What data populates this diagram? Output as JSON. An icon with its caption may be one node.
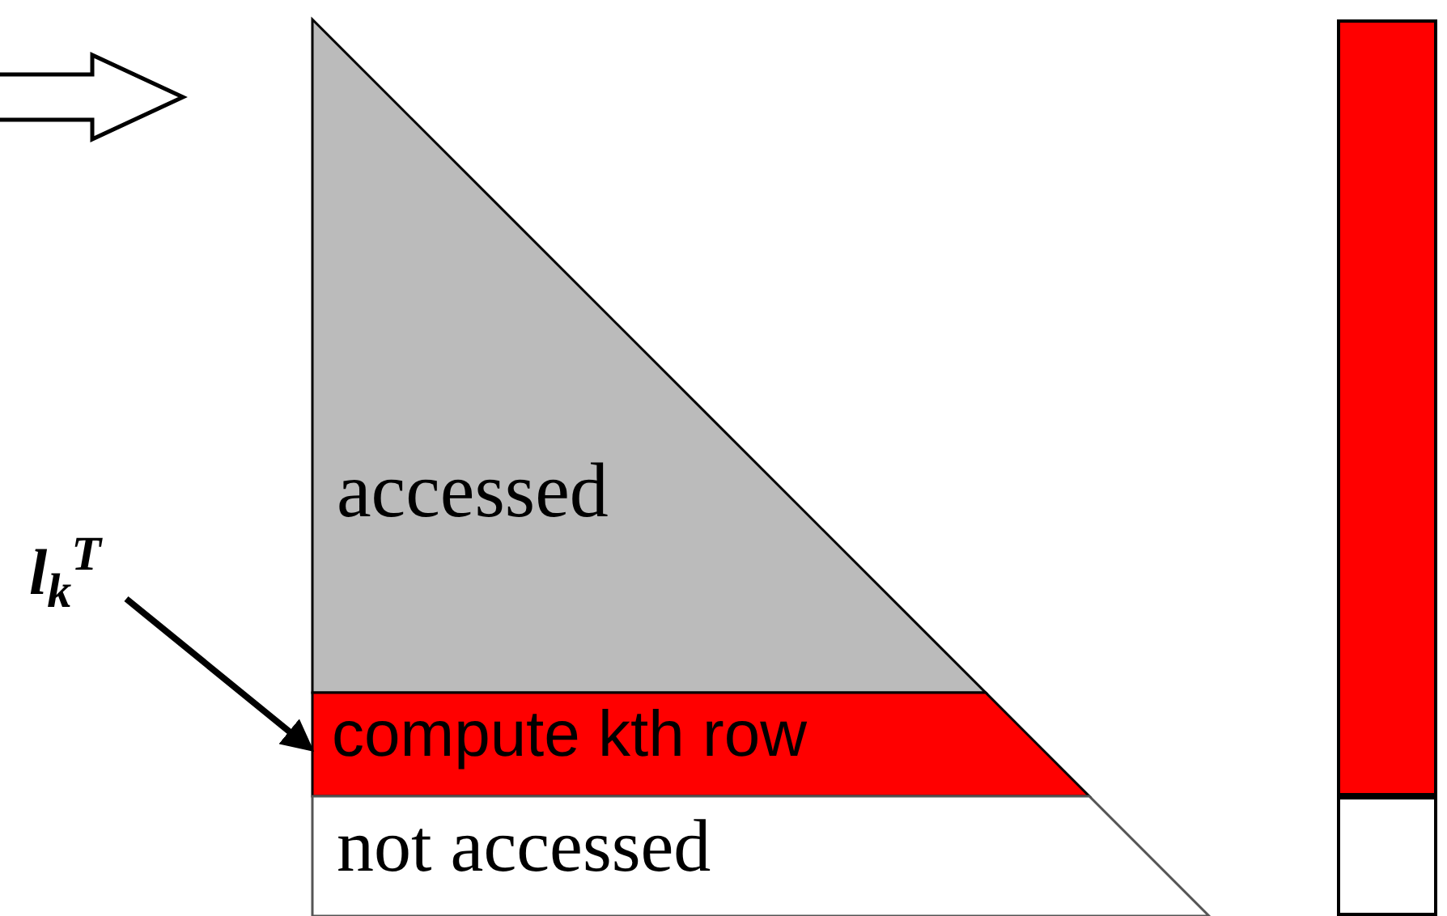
{
  "diagram": {
    "nodes": [
      {
        "text": [
          "accessed"
        ]
      },
      {
        "text": [
          "compute kth row"
        ]
      },
      {
        "text": [
          "not accessed"
        ]
      },
      {
        "text": [
          "l$_{k}$$^{T}$"
        ]
      },
      {
        "text": [],
        "shape": "box"
      },
      {
        "text": [],
        "shape": "box"
      }
    ],
    "edges": [
      {
        "from": 3,
        "to": 1,
        "arrow": "to"
      }
    ]
  }
}
